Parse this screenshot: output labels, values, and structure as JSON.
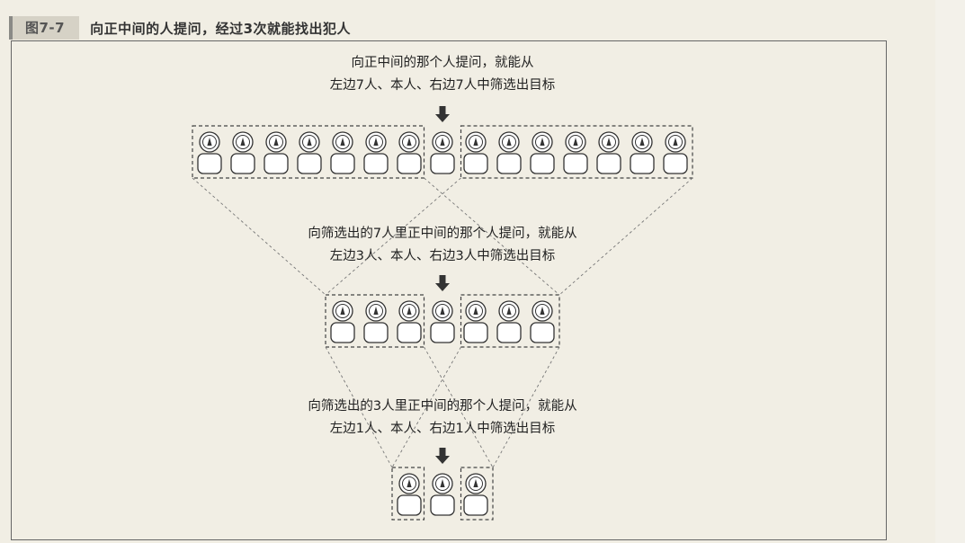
{
  "figure": {
    "label": "图7-7",
    "caption": "向正中间的人提问，经过3次就能找出犯人"
  },
  "stages": [
    {
      "lines": [
        "向正中间的那个人提问，就能从",
        "左边7人、本人、右边7人中筛选出目标"
      ],
      "group_size": 7
    },
    {
      "lines": [
        "向筛选出的7人里正中间的那个人提问，就能从",
        "左边3人、本人、右边3人中筛选出目标"
      ],
      "group_size": 3
    },
    {
      "lines": [
        "向筛选出的3人里正中间的那个人提问，就能从",
        "左边1人、本人、右边1人中筛选出目标"
      ],
      "group_size": 1
    }
  ],
  "arrow_icon": "down-arrow-icon",
  "person_icon": "person-icon",
  "colors": {
    "background": "#f1eee4",
    "line": "#555555",
    "fill": "#ffffff"
  }
}
